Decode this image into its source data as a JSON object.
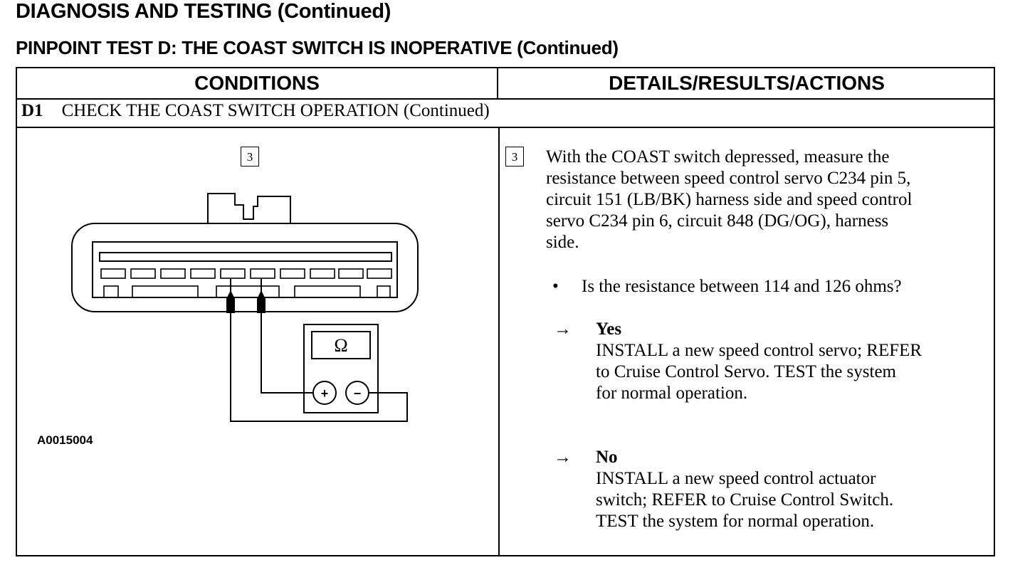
{
  "header": {
    "section_title": "DIAGNOSIS AND TESTING (Continued)",
    "test_title": "PINPOINT TEST D:  THE COAST SWITCH IS INOPERATIVE (Continued)"
  },
  "table": {
    "col_conditions": "CONDITIONS",
    "col_details": "DETAILS/RESULTS/ACTIONS",
    "step_code": "D1",
    "step_title": "CHECK THE COAST SWITCH OPERATION (Continued)"
  },
  "diagram": {
    "step_label": "3",
    "meter_symbol": "Ω",
    "plus": "+",
    "minus": "−",
    "figure_id": "A0015004"
  },
  "details": {
    "step_label": "3",
    "instruction_lines": [
      "With the COAST switch depressed, measure the",
      "resistance between speed control servo C234 pin 5,",
      "circuit 151 (LB/BK) harness side and speed control",
      "servo C234 pin 6, circuit 848 (DG/OG), harness",
      "side."
    ],
    "bullet": "•",
    "question": "Is the resistance between 114 and 126 ohms?",
    "arrow": "→",
    "yes_label": "Yes",
    "yes_lines": [
      "INSTALL a new speed control servo; REFER",
      "to  Cruise Control Servo. TEST the system",
      "for normal  operation."
    ],
    "no_label": "No",
    "no_lines": [
      "INSTALL a new speed control actuator",
      "switch; REFER to  Cruise Control Switch.",
      "TEST the system for  normal operation."
    ]
  }
}
